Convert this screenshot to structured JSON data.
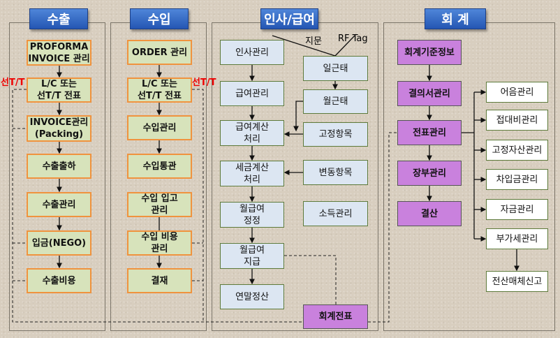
{
  "export": {
    "title": "수출",
    "side_label": "선T/T",
    "boxes": [
      "PROFORMA\nINVOICE 관리",
      "L/C 또는\n선T/T 전표",
      "INVOICE관리\n(Packing)",
      "수출출하",
      "수출관리",
      "입금(NEGO)",
      "수출비용"
    ]
  },
  "import": {
    "title": "수입",
    "side_label": "선T/T",
    "boxes": [
      "ORDER 관리",
      "L/C 또는\n선T/T 전표",
      "수입관리",
      "수입통관",
      "수입 입고\n관리",
      "수입 비용\n관리",
      "결재"
    ]
  },
  "hr": {
    "title": "인사/급여",
    "inputs": [
      "지문",
      "RF Tag"
    ],
    "main": [
      "인사관리",
      "급여관리",
      "급여계산\n처리",
      "세금계산\n처리",
      "월급여\n정정",
      "월급여\n지급",
      "연말정산"
    ],
    "side": [
      "일근태",
      "월근태",
      "고정항목",
      "변동항목",
      "소득관리"
    ],
    "voucher": "회계전표"
  },
  "acct": {
    "title": "회 계",
    "main": [
      "회계기준정보",
      "결의서관리",
      "전표관리",
      "장부관리",
      "결산"
    ],
    "sub": [
      "어음관리",
      "접대비관리",
      "고정자산관리",
      "차입금관리",
      "자금관리",
      "부가세관리"
    ],
    "report": "전산매체신고"
  }
}
